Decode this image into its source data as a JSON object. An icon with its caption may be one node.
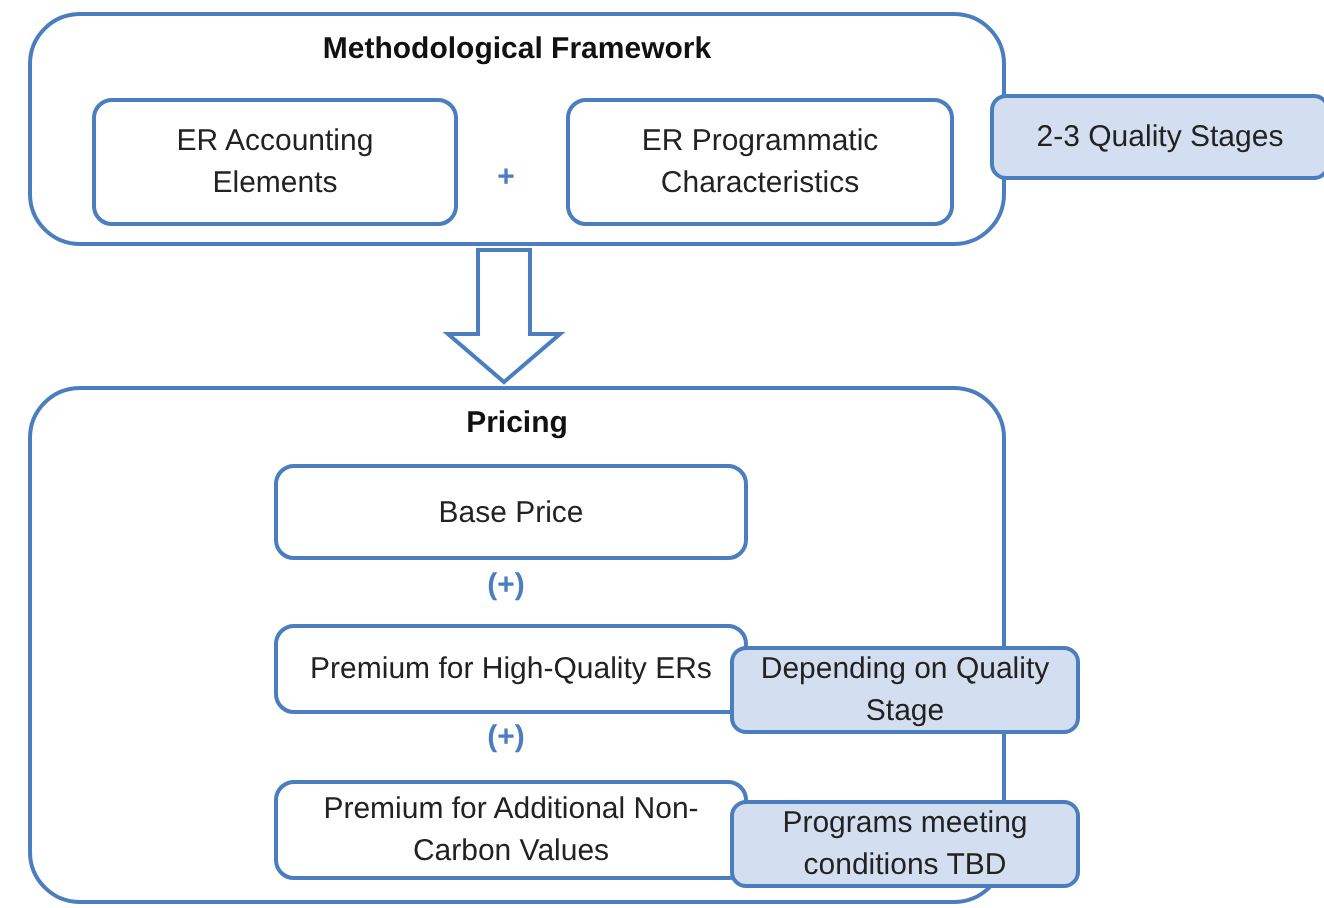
{
  "diagram": {
    "nodes": [
      {
        "text": [
          "Methodological Framework"
        ]
      },
      {
        "text": [
          "ER Accounting Elements"
        ],
        "in": 0
      },
      {
        "text": [
          "ER Programmatic Characteristics"
        ],
        "in": 0
      },
      {
        "text": [
          "2-3 Quality Stages"
        ]
      },
      {
        "text": [
          "Pricing"
        ]
      },
      {
        "text": [
          "Base Price"
        ],
        "in": 4
      },
      {
        "text": [
          "Premium for High-Quality ERs"
        ],
        "in": 4
      },
      {
        "text": [
          "Premium for Additional Non-Carbon Values"
        ],
        "in": 4
      },
      {
        "text": [
          "Depending on Quality Stage"
        ]
      },
      {
        "text": [
          "Programs meeting conditions TBD"
        ]
      }
    ],
    "edges": [
      {
        "from": 0,
        "to": 4,
        "arrow": "to"
      }
    ],
    "labels": [
      "+",
      "(+)",
      "(+)"
    ]
  }
}
